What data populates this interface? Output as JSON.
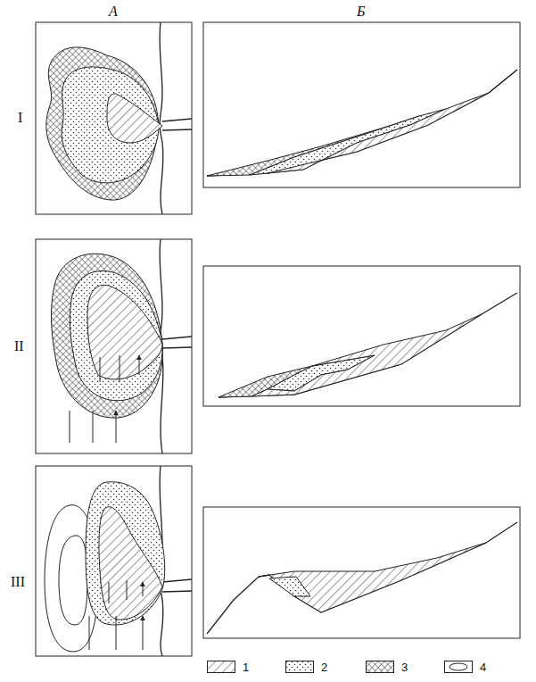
{
  "diagram": {
    "labels": [
      "А",
      "Б",
      "I",
      "II",
      "III"
    ],
    "legend": [
      {
        "text": "1"
      },
      {
        "text": "2"
      },
      {
        "text": "3"
      },
      {
        "text": "4"
      }
    ]
  }
}
